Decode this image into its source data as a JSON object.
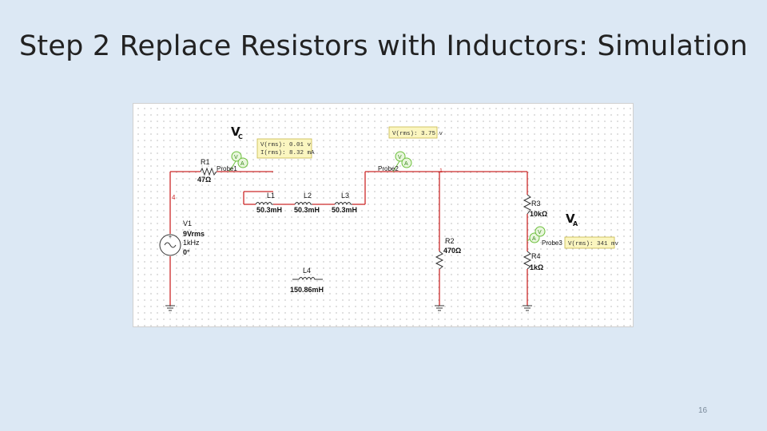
{
  "slide": {
    "title": "Step 2 Replace Resistors with Inductors: Simulation",
    "number": "16"
  },
  "circuit": {
    "r1": {
      "name": "R1",
      "value": "47Ω"
    },
    "v1": {
      "name": "V1",
      "amplitude": "9Vrms",
      "frequency": "1kHz",
      "phase": "0°"
    },
    "l1": {
      "name": "L1",
      "value": "50.3mH"
    },
    "l2": {
      "name": "L2",
      "value": "50.3mH"
    },
    "l3": {
      "name": "L3",
      "value": "50.3mH"
    },
    "l4": {
      "name": "L4",
      "value": "150.86mH"
    },
    "r2": {
      "name": "R2",
      "value": "470Ω"
    },
    "r3": {
      "name": "R3",
      "value": "10kΩ"
    },
    "r4": {
      "name": "R4",
      "value": "1kΩ"
    },
    "node_marker": "4",
    "node_marker_2": "1",
    "vc_label": {
      "main": "V",
      "sub": "C"
    },
    "va_label": {
      "main": "V",
      "sub": "A"
    },
    "probe1": {
      "name": "Probe1",
      "v_line": "V(rms): 0.01 v",
      "i_line": "I(rms): 8.32 mA"
    },
    "probe2": {
      "name": "Probe2",
      "v_line": "V(rms): 3.75 v"
    },
    "probe3": {
      "name": "Probe3",
      "v_line": "V(rms): 341 mv"
    }
  },
  "colors": {
    "wire": "#cc2a2a",
    "probe_bg": "#fbf6c0",
    "probe_border": "#c8b84a",
    "probe_icon": "#6cbf3c"
  }
}
